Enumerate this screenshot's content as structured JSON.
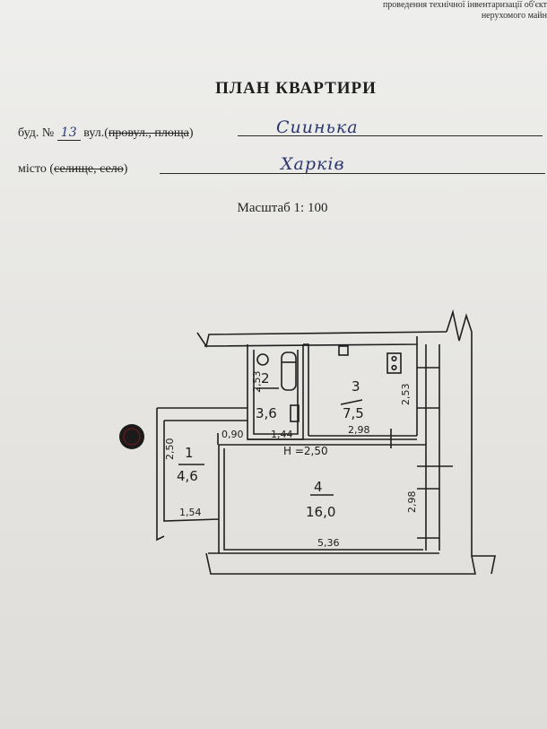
{
  "header": {
    "note_line1": "проведення технічної інвентаризації об'єкт",
    "note_line2": "нерухомого майн"
  },
  "title": "ПЛАН КВАРТИРИ",
  "address": {
    "bud_label": "буд. №",
    "number": "13",
    "street_prefix": "вул.",
    "paren_open": "(",
    "struck_options": "провул., площа",
    "paren_close": ")",
    "street_name": "Сиинька"
  },
  "city": {
    "label": "місто",
    "paren_open": "(",
    "struck_options": "селище, село",
    "paren_close": ")",
    "name": "Харків"
  },
  "scale": "Масштаб 1: 100",
  "plan": {
    "rooms": [
      {
        "num": "1",
        "area": "4,6"
      },
      {
        "num": "2",
        "area": "3,6"
      },
      {
        "num": "3",
        "area": "7,5"
      },
      {
        "num": "4",
        "area": "16,0"
      }
    ],
    "dimensions": {
      "d_253_bath": "2,53",
      "d_253_kitchen": "2,53",
      "d_090": "0,90",
      "d_144": "1,44",
      "d_298_top": "2,98",
      "d_298_side": "2,98",
      "d_250": "2,50",
      "d_154": "1,54",
      "d_536": "5,36"
    },
    "height": "H =2,50"
  }
}
